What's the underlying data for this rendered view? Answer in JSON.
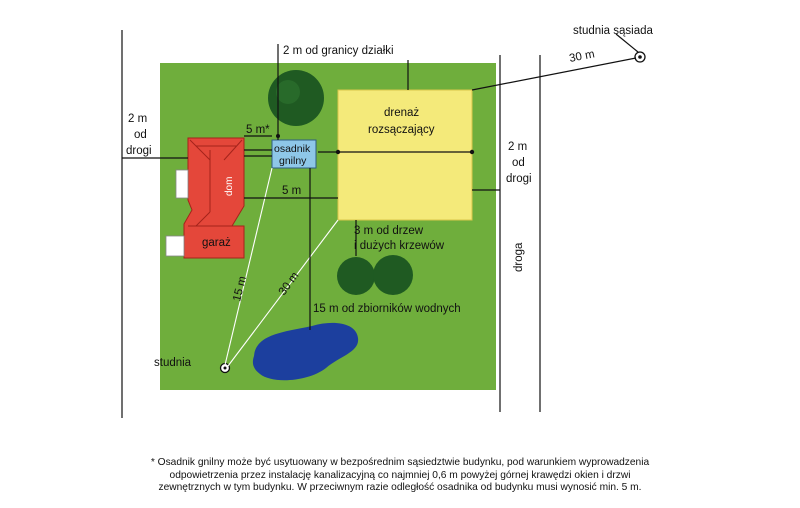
{
  "labels": {
    "neighbor_well": "studnia sąsiada",
    "dist_30_neighbor": "30 m",
    "from_plot_border": "2 m od granicy działki",
    "left_road_1": "2 m",
    "left_road_2": "od",
    "left_road_3": "drogi",
    "right_road_1": "2 m",
    "right_road_2": "od",
    "right_road_3": "drogi",
    "drainage_1": "drenaż",
    "drainage_2": "rozsączający",
    "tank_1": "osadnik",
    "tank_2": "gnilny",
    "dist_5_star": "5 m*",
    "dist_5": "5 m",
    "house": "dom",
    "garage": "garaż",
    "trees_1": "3 m od drzew",
    "trees_2": "i dużych krzewów",
    "dist_15": "15 m",
    "dist_30": "30 m",
    "water_bodies": "15 m od zbiorników wodnych",
    "well": "studnia",
    "road": "droga"
  },
  "footnote": {
    "line1": "* Osadnik gnilny może być usytuowany w bezpośrednim sąsiedztwie budynku, pod warunkiem wyprowadzenia",
    "line2": "odpowietrzenia przez instalację kanalizacyjną co najmniej 0,6 m powyżej górnej krawędzi okien i drzwi",
    "line3": "zewnętrznych w tym budynku. W przeciwnym razie odległość osadnika od budynku musi wynosić min. 5 m."
  },
  "colors": {
    "lawn": "#6fae3c",
    "drainage": "#f4ea7a",
    "house": "#e4473a",
    "septic_tank": "#8ec7e8",
    "pond": "#1c3f9e",
    "tree": "#1f5a22"
  }
}
